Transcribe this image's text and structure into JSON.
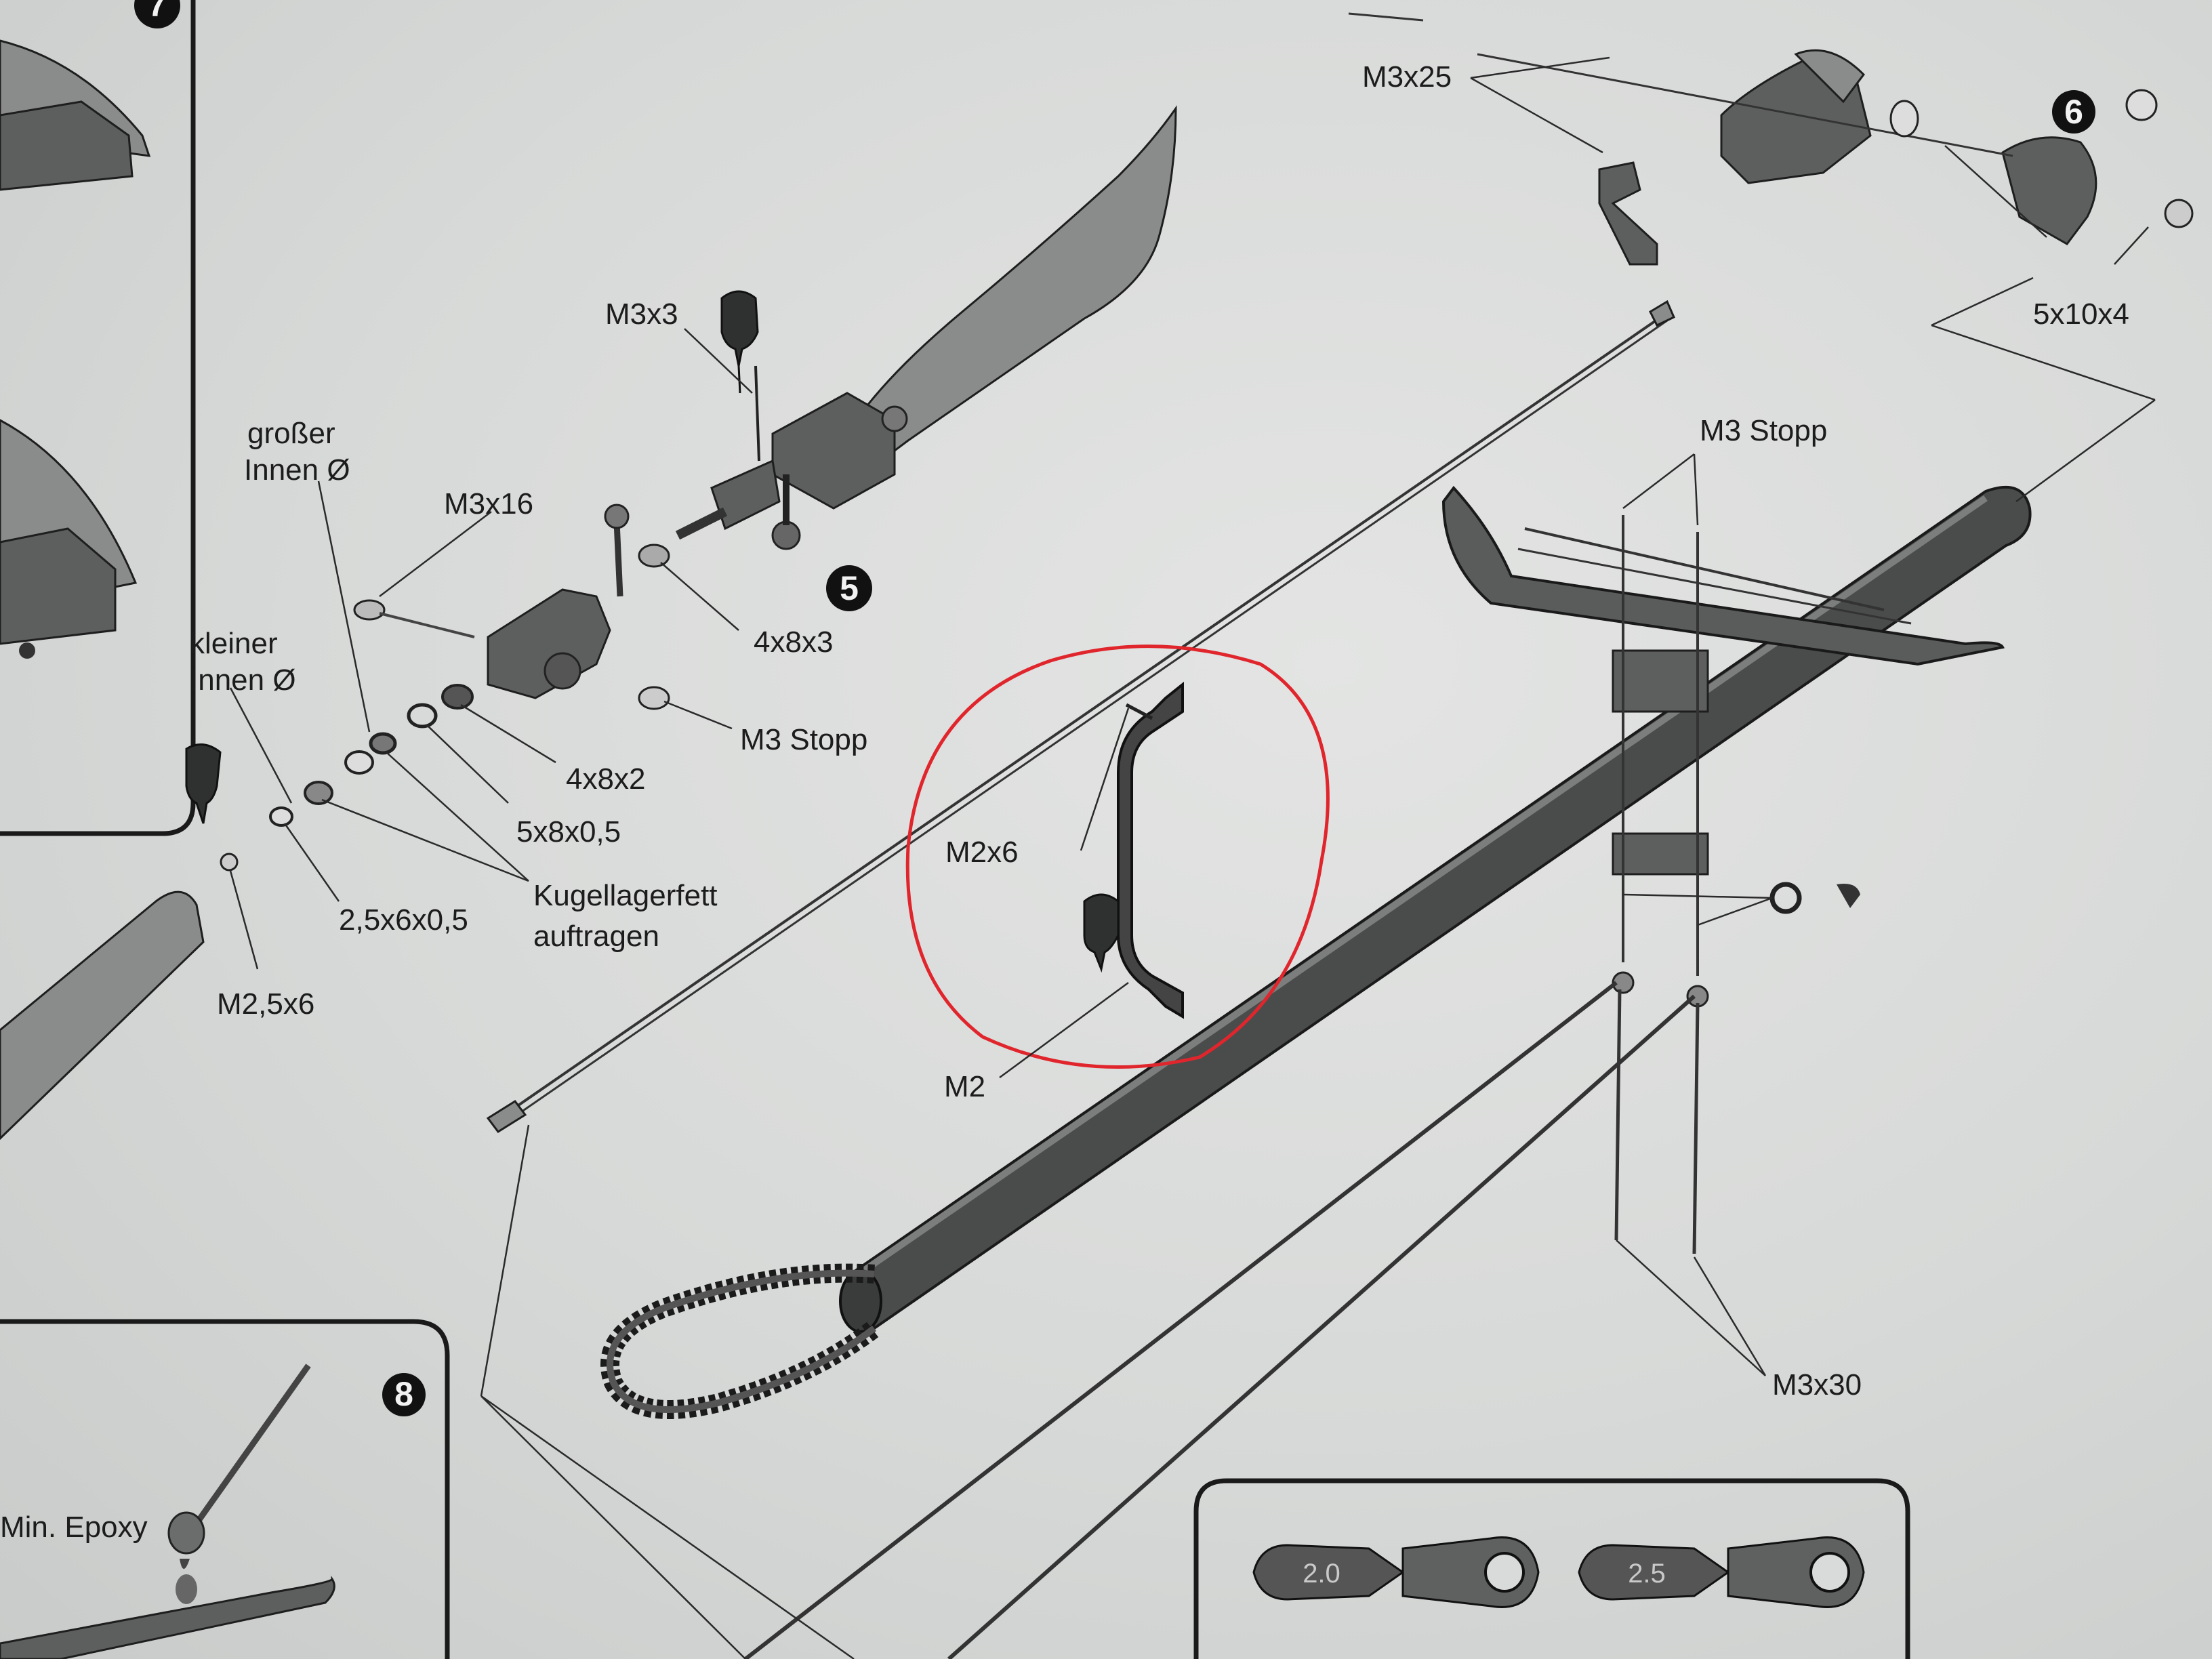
{
  "step_numbers": {
    "s5": "5",
    "s6": "6",
    "s7": "7",
    "s8": "8"
  },
  "labels": {
    "m3x25": "M3x25",
    "m3x3": "M3x3",
    "grosser_1": "großer",
    "grosser_2": "Innen Ø",
    "m3x16": "M3x16",
    "kleiner_1": "kleiner",
    "kleiner_2": "Innen Ø",
    "w4x8x3": "4x8x3",
    "m3stopp_left": "M3 Stopp",
    "w4x8x2": "4x8x2",
    "w5x8x0_5": "5x8x0,5",
    "kugel_1": "Kugellagerfett",
    "kugel_2": "auftragen",
    "w2_5x6x0_5": "2,5x6x0,5",
    "m2_5x6": "M2,5x6",
    "m2x6": "M2x6",
    "m2": "M2",
    "m3stopp_right": "M3 Stopp",
    "w5x10x4": "5x10x4",
    "m3x30": "M3x30",
    "epoxy": "Min. Epoxy",
    "tag_20": "2.0",
    "tag_25": "2.5"
  },
  "colors": {
    "highlight_circle": "#e0262c",
    "ink": "#1e1e1e",
    "paper": "#d9dbda"
  }
}
